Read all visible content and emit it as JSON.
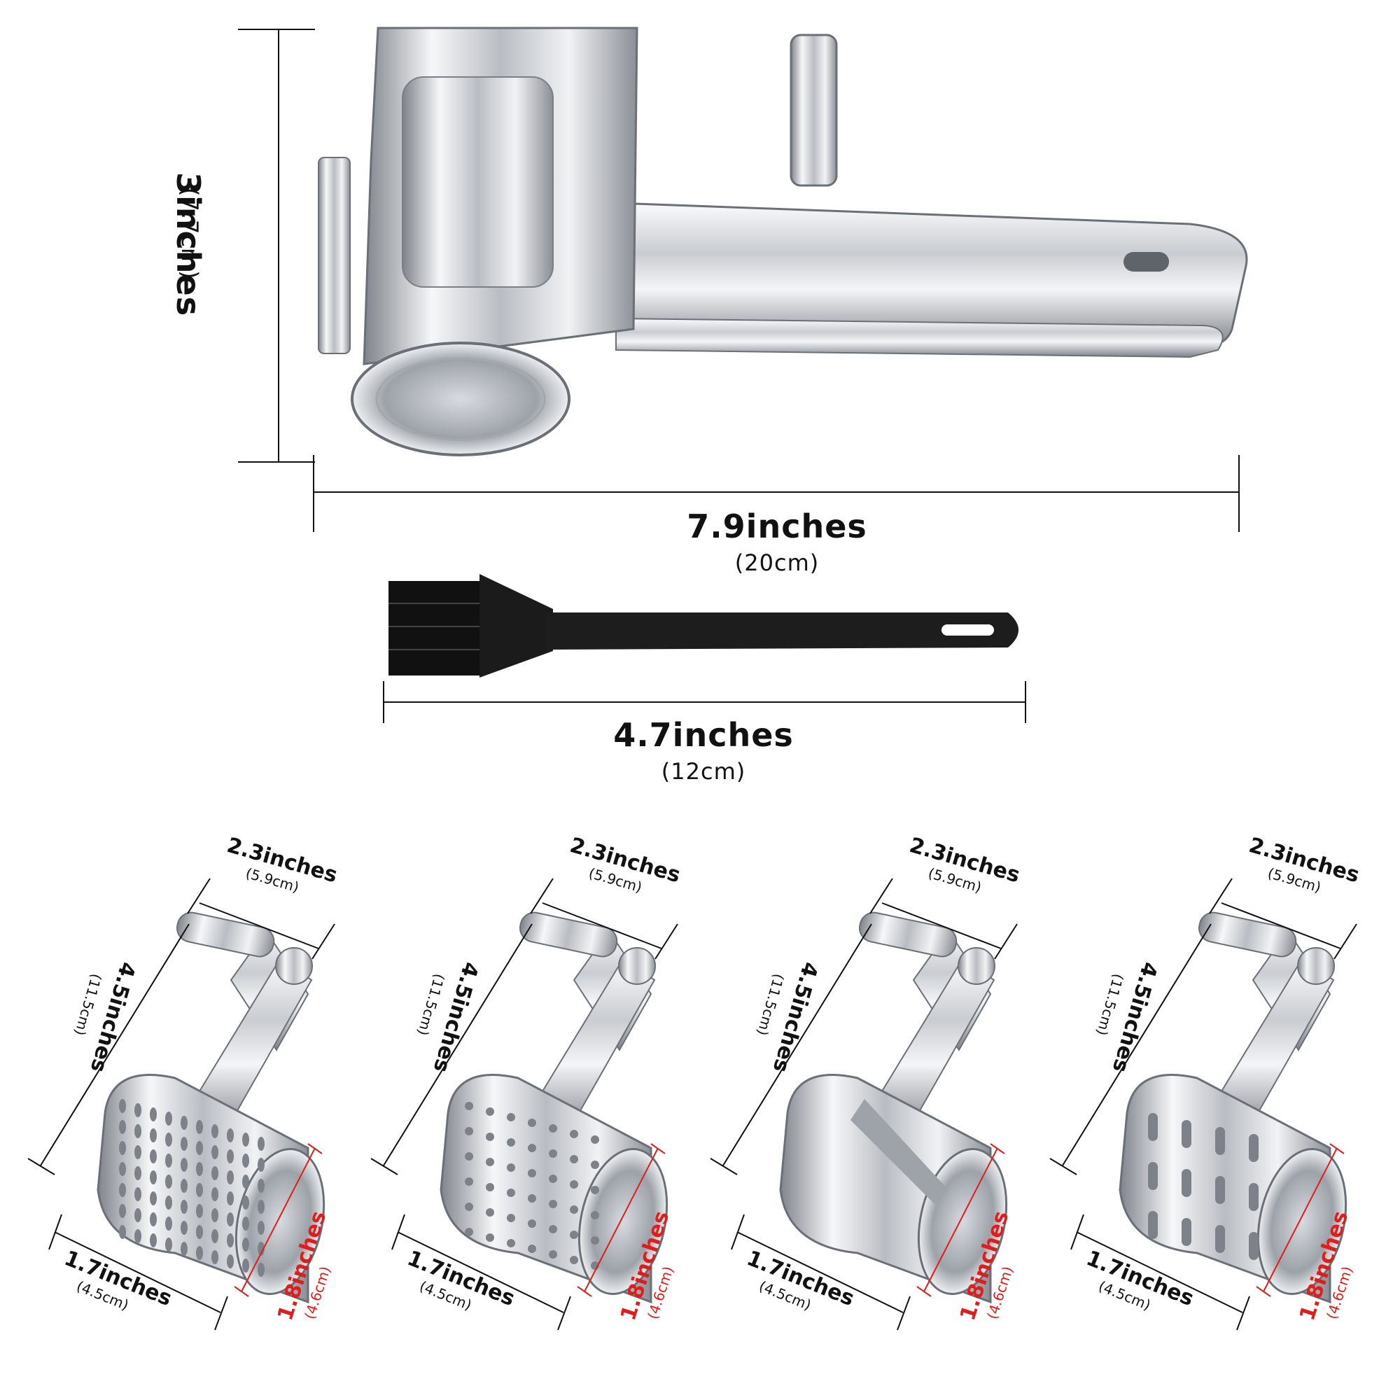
{
  "grater": {
    "height_label": "3inches",
    "height_sub": "(7.7cm)",
    "width_label": "7.9inches",
    "width_sub": "(20cm)"
  },
  "brush": {
    "length_label": "4.7inches",
    "length_sub": "(12cm)"
  },
  "drums": [
    {
      "top": "2.3inches",
      "top_sub": "(5.9cm)",
      "side": "4.5inches",
      "side_sub": "(11.5cm)",
      "bottom": "1.7inches",
      "bottom_sub": "(4.5cm)",
      "diam": "1.8inches",
      "diam_sub": "(4.6cm)",
      "pattern": "fine-grater"
    },
    {
      "top": "2.3inches",
      "top_sub": "(5.9cm)",
      "side": "4.5inches",
      "side_sub": "(11.5cm)",
      "bottom": "1.7inches",
      "bottom_sub": "(4.5cm)",
      "diam": "1.8inches",
      "diam_sub": "(4.6cm)",
      "pattern": "round-holes"
    },
    {
      "top": "2.3inches",
      "top_sub": "(5.9cm)",
      "side": "4.5inches",
      "side_sub": "(11.5cm)",
      "bottom": "1.7inches",
      "bottom_sub": "(4.5cm)",
      "diam": "1.8inches",
      "diam_sub": "(4.6cm)",
      "pattern": "slicer"
    },
    {
      "top": "2.3inches",
      "top_sub": "(5.9cm)",
      "side": "4.5inches",
      "side_sub": "(11.5cm)",
      "bottom": "1.7inches",
      "bottom_sub": "(4.5cm)",
      "diam": "1.8inches",
      "diam_sub": "(4.6cm)",
      "pattern": "coarse-shredder"
    }
  ],
  "colors": {
    "accent_red": "#e01d1d",
    "line": "#111111",
    "metal_light": "#f2f3f5",
    "metal_dark": "#8a8f96"
  }
}
